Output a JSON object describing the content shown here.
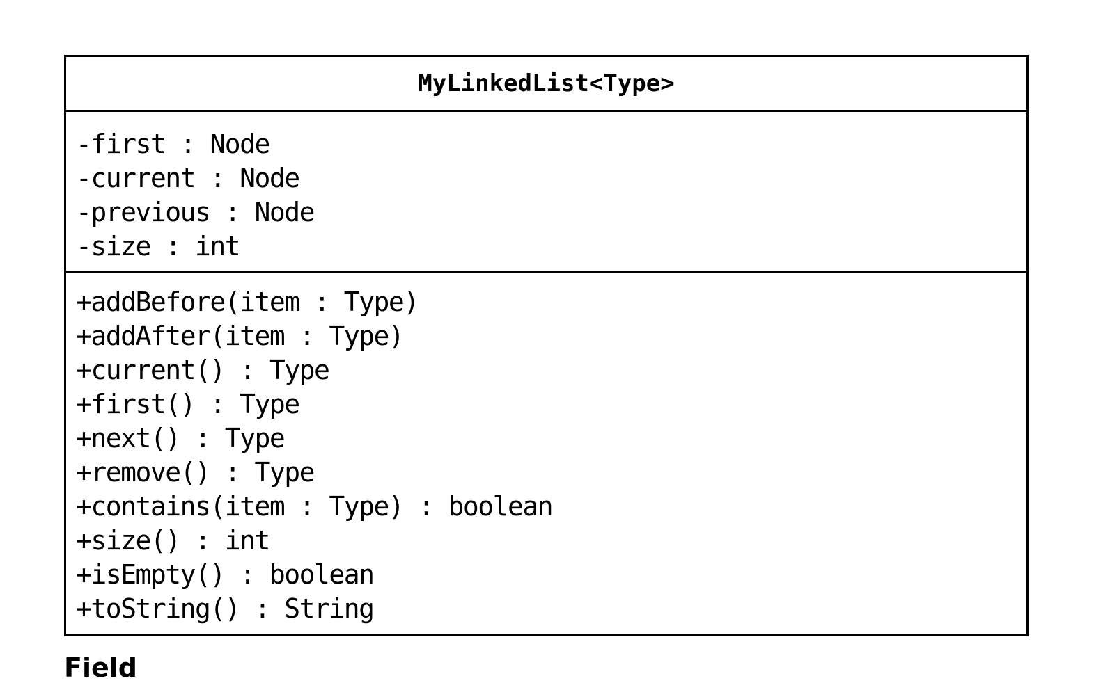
{
  "class_box": {
    "name": "MyLinkedList<Type>",
    "fields": [
      "-first : Node",
      "-current : Node",
      "-previous : Node",
      "-size : int"
    ],
    "methods": [
      "+addBefore(item : Type)",
      "+addAfter(item : Type)",
      "+current() : Type",
      "+first() : Type",
      "+next() : Type",
      "+remove() : Type",
      "+contains(item : Type) : boolean",
      "+size() : int",
      "+isEmpty() : boolean",
      "+toString() : String"
    ]
  },
  "footer": {
    "partial_text": "Field"
  }
}
